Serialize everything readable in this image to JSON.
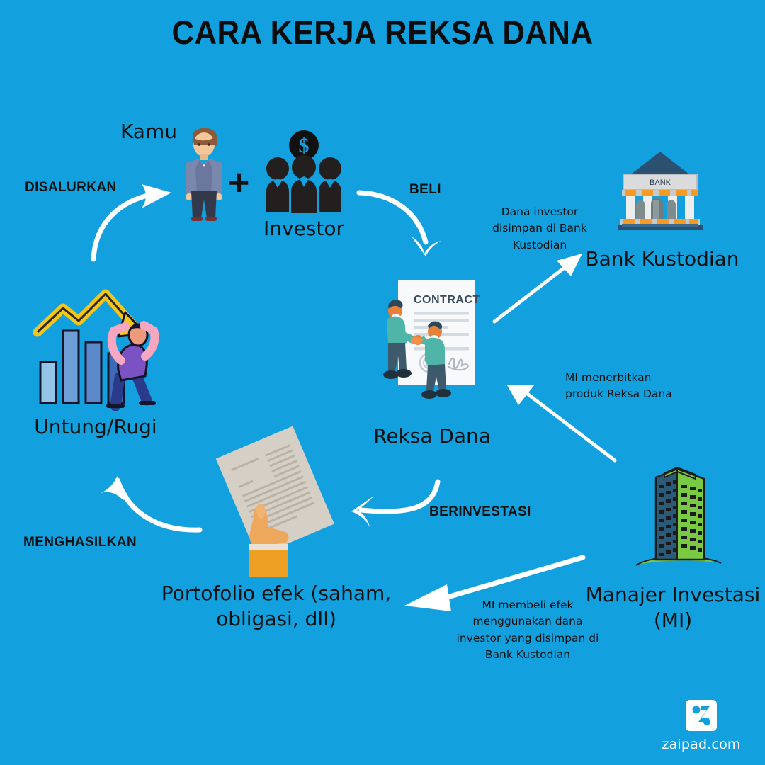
{
  "page": {
    "title": "CARA KERJA REKSA DANA",
    "background_color": "#13a0de",
    "arrow_color": "#ffffff",
    "text_color": "#111111"
  },
  "steps": [
    {
      "key": "disalurkan",
      "label": "DISALURKAN"
    },
    {
      "key": "beli",
      "label": "BELI"
    },
    {
      "key": "berinvestasi",
      "label": "BERINVESTASI"
    },
    {
      "key": "menghasilkan",
      "label": "MENGHASILKAN"
    }
  ],
  "nodes": {
    "kamu": {
      "label": "Kamu",
      "icon": "person-standing-icon"
    },
    "investor": {
      "label": "Investor",
      "icon": "group-of-people-with-dollar-coin-icon"
    },
    "plus": {
      "label": "+"
    },
    "bank": {
      "label": "Bank Kustodian",
      "icon": "bank-building-icon",
      "sign_text": "BANK"
    },
    "reksa_dana": {
      "label": "Reksa Dana",
      "icon": "contract-handshake-icon",
      "document_title": "CONTRACT"
    },
    "manajer": {
      "label": "Manajer Investasi\n(MI)",
      "icon": "office-tower-icon"
    },
    "portofolio": {
      "label": "Portofolio efek (saham,\nobligasi, dll)",
      "icon": "hand-holding-document-icon"
    },
    "untung_rugi": {
      "label": "Untung/Rugi",
      "icon": "bar-chart-with-person-icon"
    }
  },
  "annotations": {
    "bank_note": "Dana investor\ndisimpan di Bank\nKustodian",
    "mi_issue_note": "MI menerbitkan\nproduk Reksa Dana",
    "mi_buy_note": "MI membeli efek\nmenggunakan dana\ninvestor yang disimpan di\nBank Kustodian"
  },
  "footer": {
    "logo_text": "zaipad.com",
    "logo_mark": "zaipad-z-logo-icon"
  }
}
